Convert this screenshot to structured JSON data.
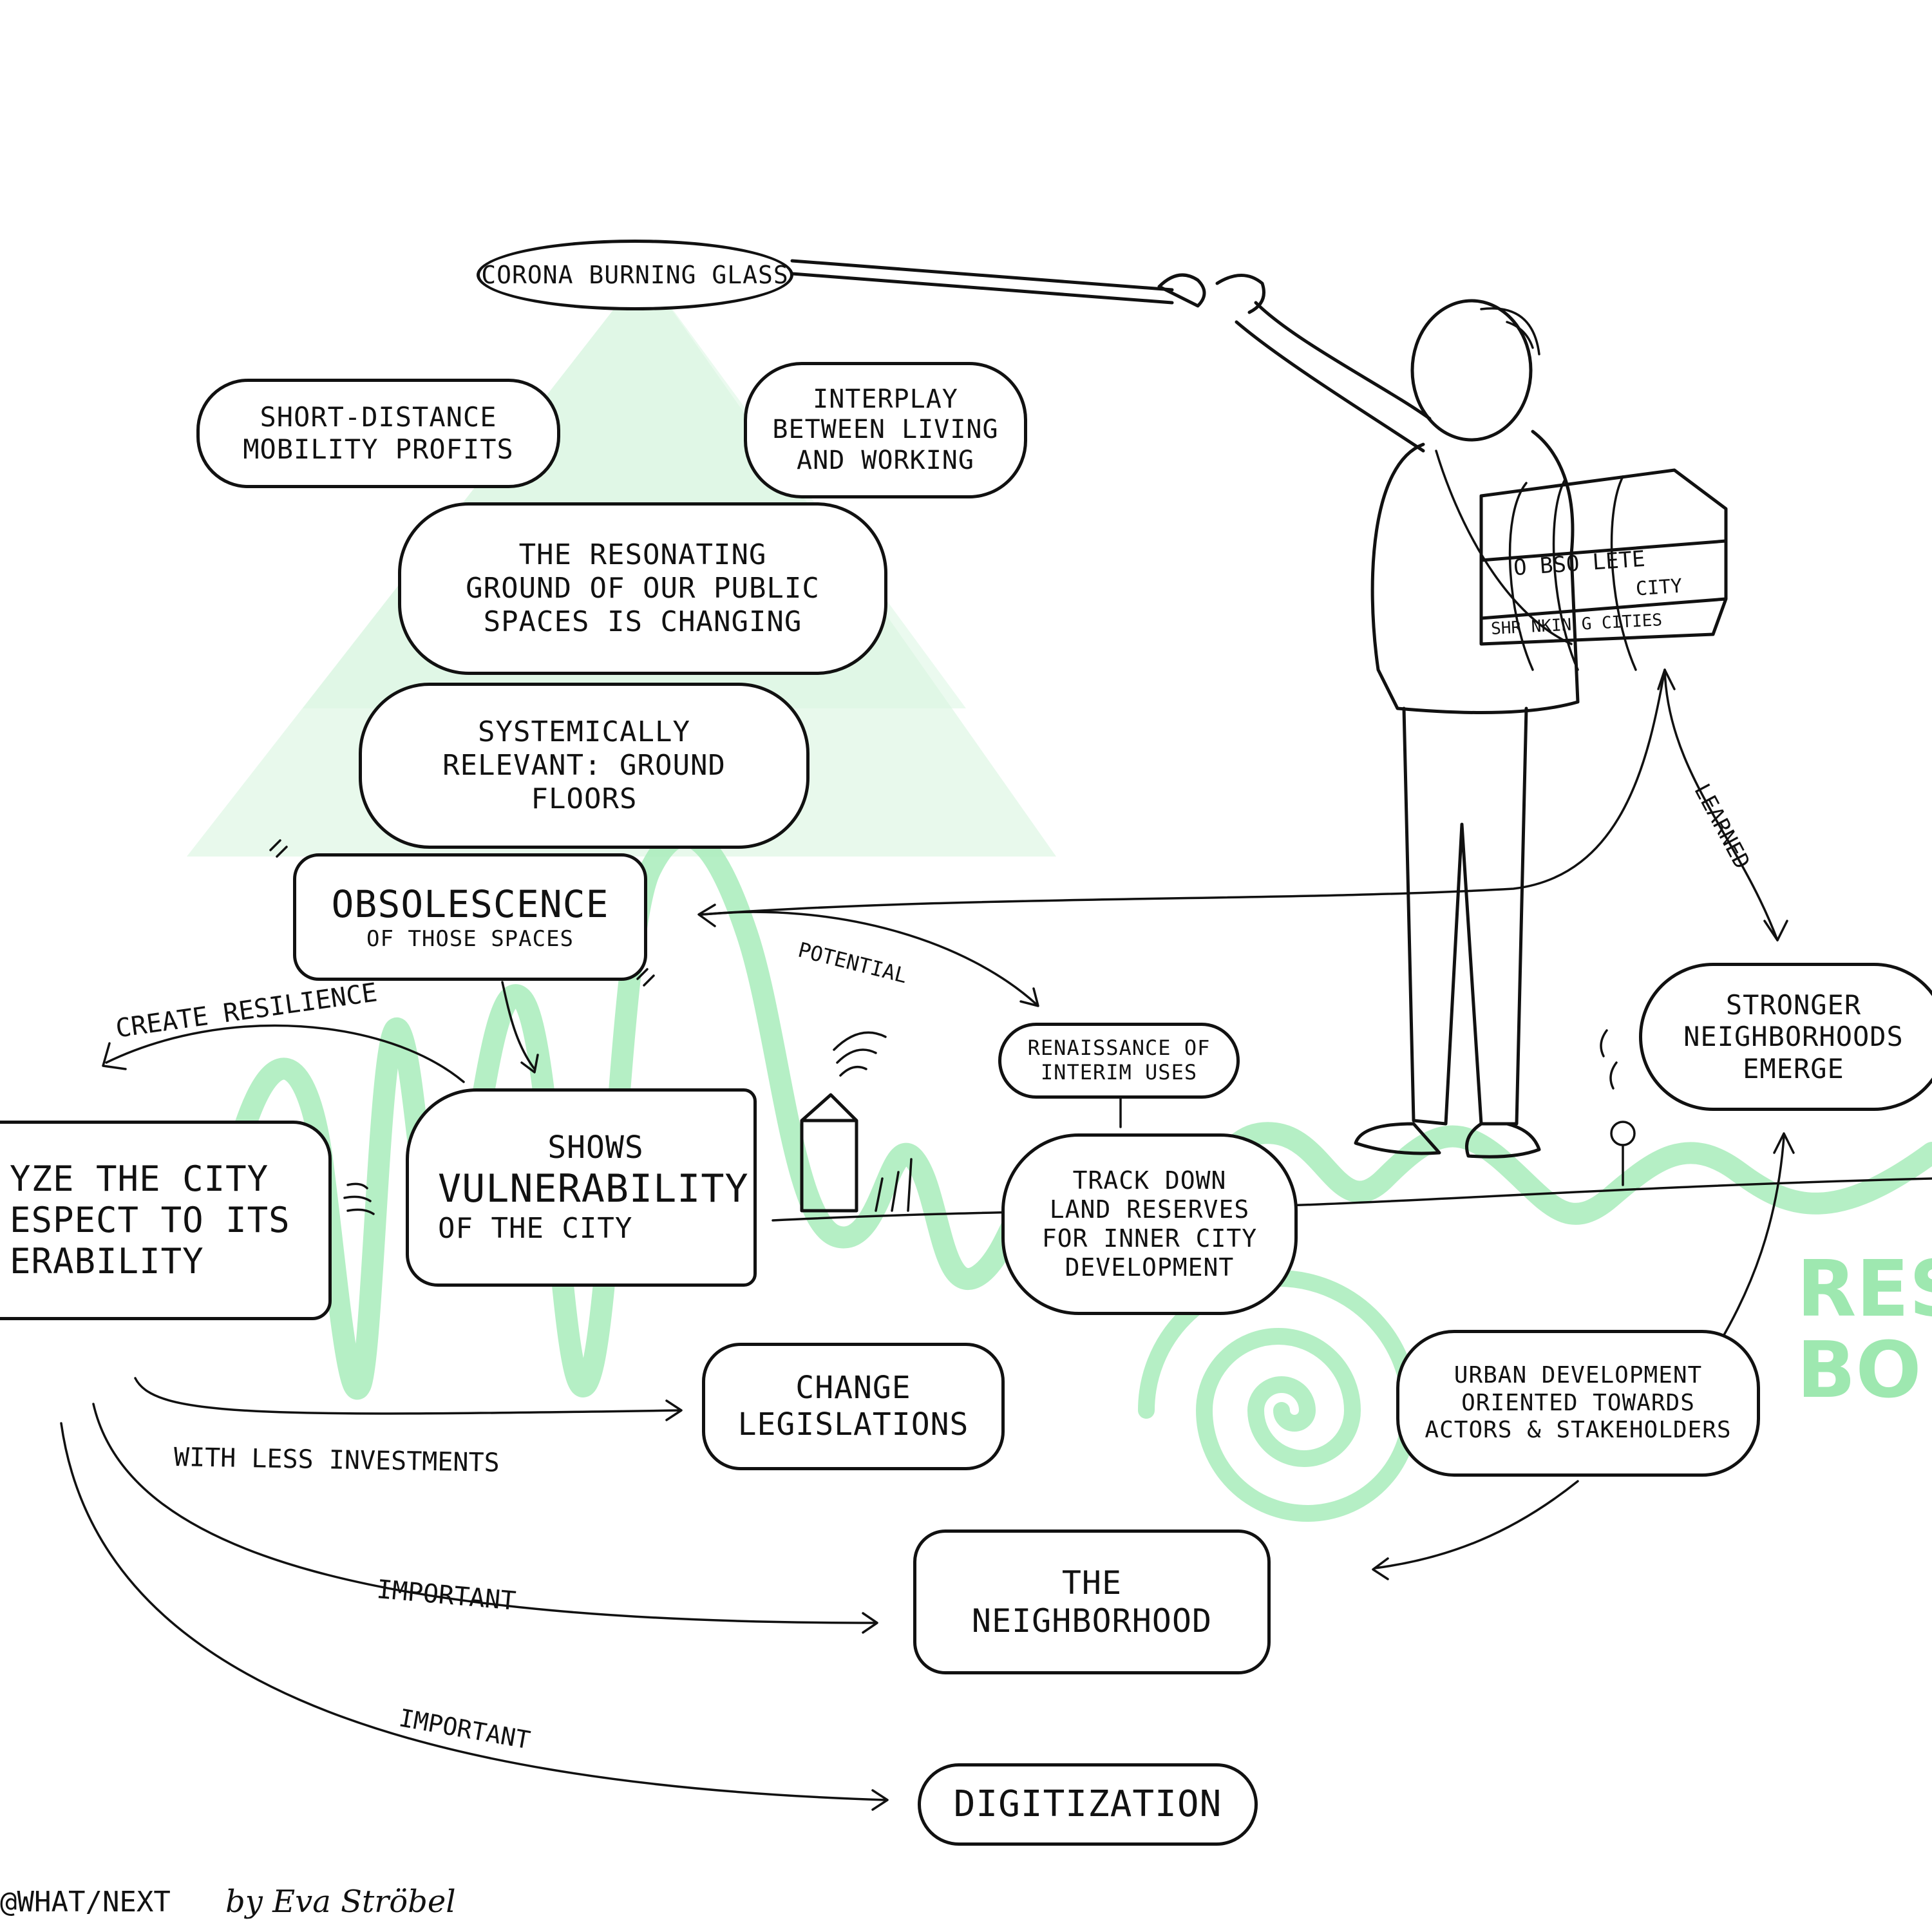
{
  "diagram": {
    "nodes": {
      "corona_glass": "CORONA BURNING GLASS",
      "short_distance": "SHORT-DISTANCE\nMOBILITY PROFITS",
      "interplay": "INTERPLAY\nBETWEEN LIVING\nAND WORKING",
      "resonating_ground": "THE RESONATING\nGROUND OF OUR PUBLIC\nSPACES IS CHANGING",
      "systemically_relevant": "SYSTEMICALLY\nRELEVANT: GROUND\nFLOORS",
      "obsolescence_title": "OBSOLESCENCE",
      "obsolescence_sub": "OF THOSE SPACES",
      "analyze": "YZE THE CITY\nESPECT TO ITS\nERABILITY",
      "shows_top": "SHOWS",
      "shows_mid": "VULNERABILITY",
      "shows_bot": "OF THE CITY",
      "renaissance": "RENAISSANCE OF\nINTERIM USES",
      "track_down": "TRACK DOWN\nLAND RESERVES\nFOR INNER CITY\nDEVELOPMENT",
      "change_legislations": "CHANGE\nLEGISLATIONS",
      "stronger_neighborhoods": "STRONGER\nNEIGHBORHOODS\nEMERGE",
      "urban_development": "URBAN DEVELOPMENT\nORIENTED TOWARDS\nACTORS & STAKEHOLDERS",
      "neighborhood": "THE\nNEIGHBORHOOD",
      "digitization": "DIGITIZATION"
    },
    "box_labels": {
      "obsolete": "O BSO LETE",
      "city": "CITY",
      "shrinking": "SHR NKIN G CITIES"
    },
    "edge_labels": {
      "create_resilience": "CREATE RESILIENCE",
      "potential": "POTENTIAL",
      "learned": "LEARNED",
      "with_less_investments": "WITH LESS INVESTMENTS",
      "important_1": "IMPORTANT",
      "important_2": "IMPORTANT"
    },
    "edges": [
      {
        "from": "analyze",
        "to": "change_legislations",
        "label": "with_less_investments"
      },
      {
        "from": "analyze",
        "to": "neighborhood",
        "label": "important_1"
      },
      {
        "from": "analyze",
        "to": "digitization",
        "label": "important_2"
      },
      {
        "from": "shows",
        "to": "analyze",
        "label": "create_resilience"
      },
      {
        "from": "obsolescence",
        "to": "shows"
      },
      {
        "from": "obsolescence",
        "to": "renaissance",
        "label": "potential"
      },
      {
        "from": "obsolete_city",
        "to": "stronger_neighborhoods",
        "label": "learned"
      },
      {
        "from": "urban_development",
        "to": "stronger_neighborhoods"
      },
      {
        "from": "urban_development",
        "to": "neighborhood"
      },
      {
        "from": "obsolete_city",
        "to": "obsolescence"
      }
    ],
    "green_word": "RESO\nBO",
    "credit_left": "@WHAT/NEXT",
    "credit_right": "by Eva Ströbel",
    "accent_color": "#a8ecbb",
    "ink_color": "#111111"
  }
}
